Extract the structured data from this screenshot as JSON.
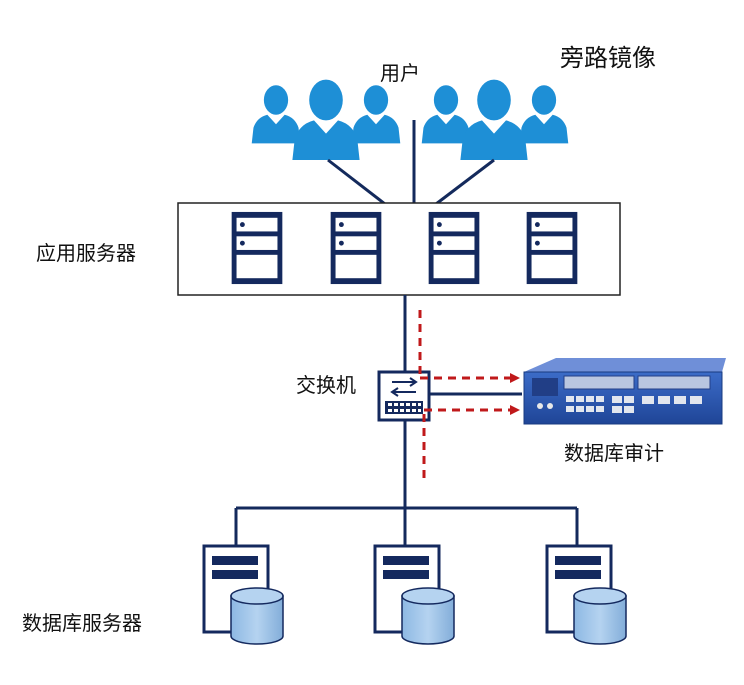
{
  "labels": {
    "mode": "旁路镜像",
    "users": "用户",
    "app_servers": "应用服务器",
    "switch": "交换机",
    "db_audit": "数据库审计",
    "db_servers": "数据库服务器"
  },
  "colors": {
    "users_icon": "#1E8FD6",
    "network_line": "#142A5C",
    "mirror_arrow": "#C0191B",
    "server_dark": "#14295E",
    "db_cylinder": "#9CC3E6",
    "appliance": "#2A55B0"
  },
  "icons": [
    "user-group-icon",
    "server-icon",
    "switch-icon",
    "database-server-icon",
    "audit-appliance-icon"
  ]
}
